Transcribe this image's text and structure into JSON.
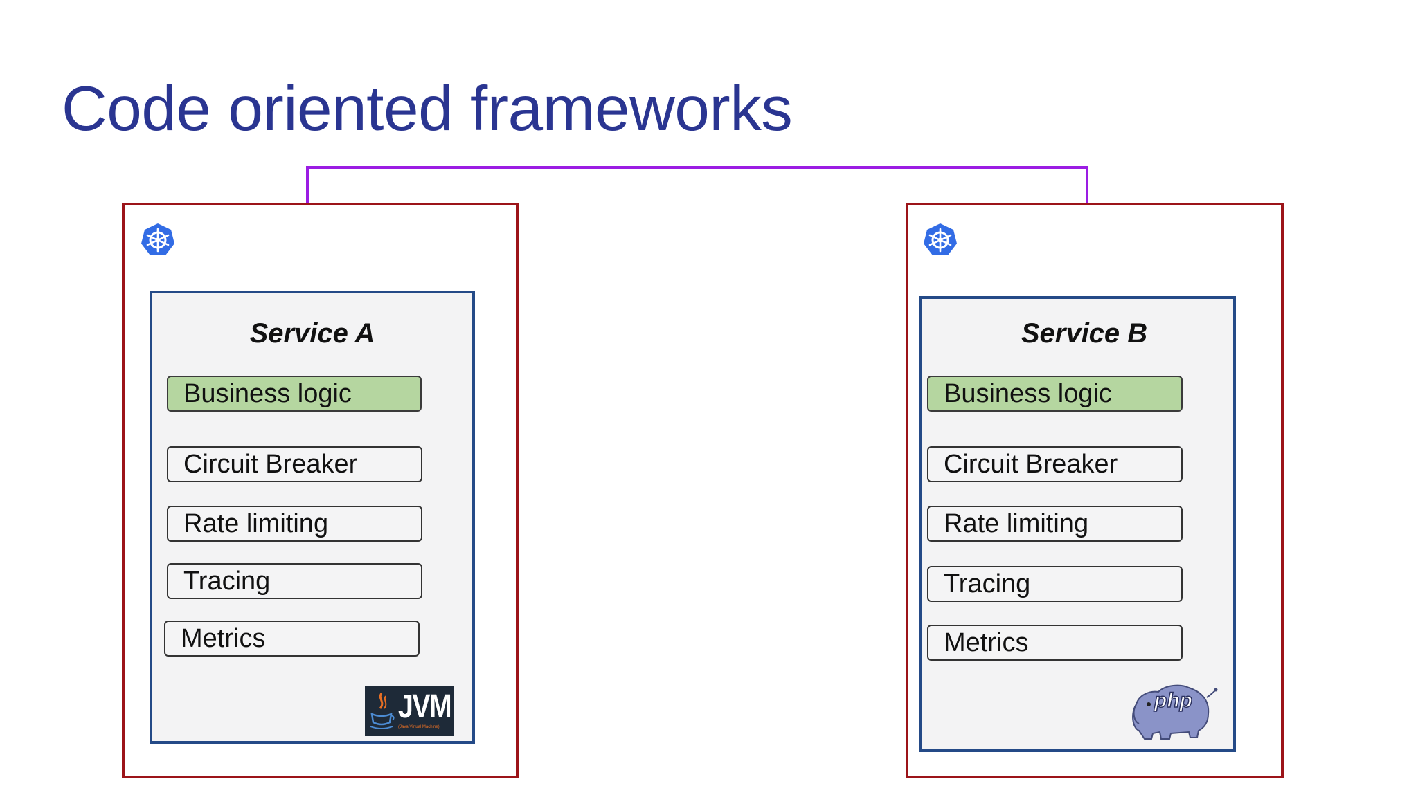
{
  "title": "Code oriented frameworks",
  "colors": {
    "title": "#2a3591",
    "pod_border": "#9c1419",
    "service_border": "#244a87",
    "logic_fill": "#b5d6a0",
    "connector": "#9b1de3",
    "k8s_blue": "#326ce5"
  },
  "services": [
    {
      "name": "Service A",
      "logic": "Business logic",
      "components": [
        "Circuit Breaker",
        "Rate limiting",
        "Tracing",
        "Metrics"
      ],
      "runtime_logo": "jvm-logo",
      "runtime_text": "JVM",
      "runtime_subtext": "(Java Virtual Machine)"
    },
    {
      "name": "Service B",
      "logic": "Business logic",
      "components": [
        "Circuit Breaker",
        "Rate limiting",
        "Tracing",
        "Metrics"
      ],
      "runtime_logo": "php-elephant-logo",
      "runtime_text": "php"
    }
  ],
  "icons": [
    "kubernetes-icon",
    "kubernetes-icon"
  ]
}
